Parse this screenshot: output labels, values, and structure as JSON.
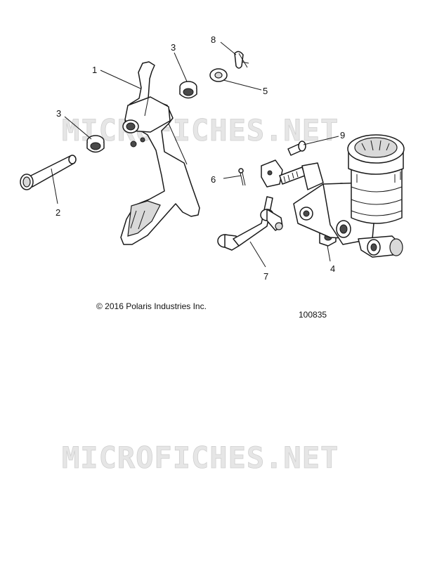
{
  "watermark": "MICROFICHES.NET",
  "copyright": "© 2016 Polaris Industries Inc.",
  "drawing_number": "100835",
  "callouts": {
    "c1": "1",
    "c2": "2",
    "c3a": "3",
    "c3b": "3",
    "c4": "4",
    "c5": "5",
    "c6": "6",
    "c7": "7",
    "c8": "8",
    "c9": "9"
  }
}
